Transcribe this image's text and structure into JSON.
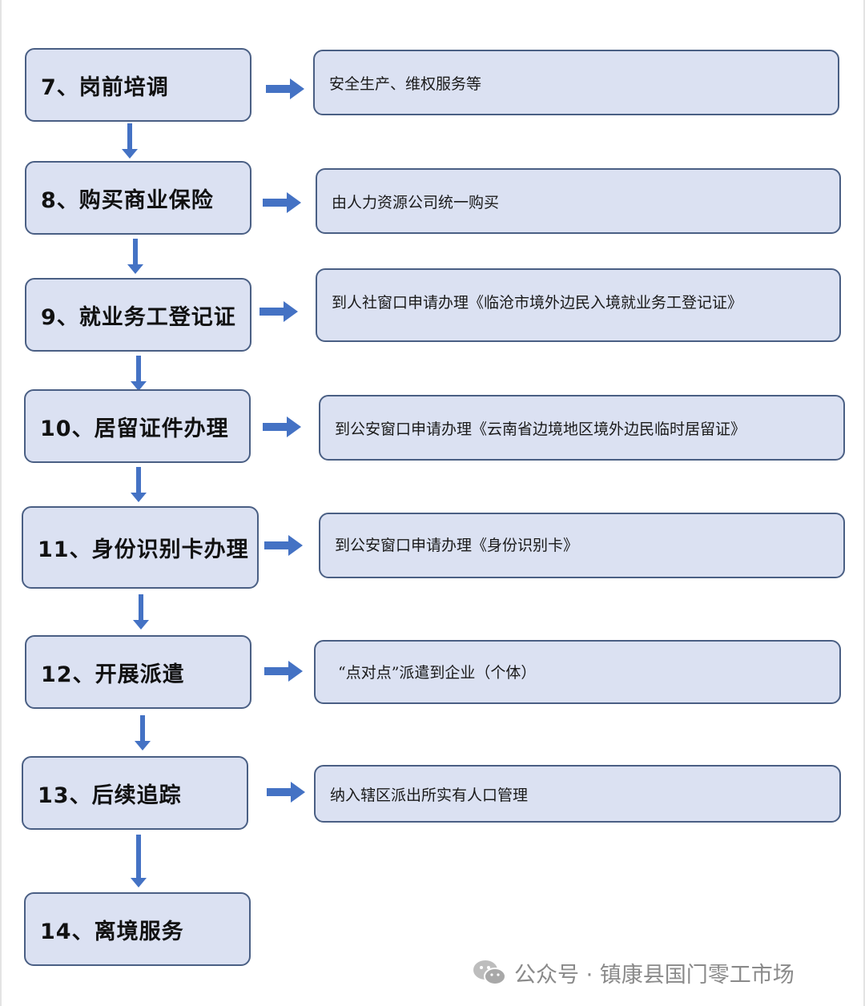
{
  "steps": [
    {
      "label": "7、岗前培调",
      "desc": "安全生产、维权服务等"
    },
    {
      "label": "8、购买商业保险",
      "desc": "由人力资源公司统一购买"
    },
    {
      "label": "9、就业务工登记证",
      "desc": "到人社窗口申请办理《临沧市境外边民入境就业务工登记证》"
    },
    {
      "label": "10、居留证件办理",
      "desc": "到公安窗口申请办理《云南省边境地区境外边民临时居留证》"
    },
    {
      "label": "11、身份识别卡办理",
      "desc": "到公安窗口申请办理《身份识别卡》"
    },
    {
      "label": "12、开展派遣",
      "desc": "“点对点”派遣到企业（个体）"
    },
    {
      "label": "13、后续追踪",
      "desc": "纳入辖区派出所实有人口管理"
    },
    {
      "label": "14、离境服务"
    }
  ],
  "footer": {
    "text": "公众号 · 镇康县国门零工市场",
    "icon": "wechat-icon"
  },
  "colors": {
    "box_fill": "#dbe1f2",
    "box_border": "#4a5f84",
    "arrow": "#4472c4"
  }
}
